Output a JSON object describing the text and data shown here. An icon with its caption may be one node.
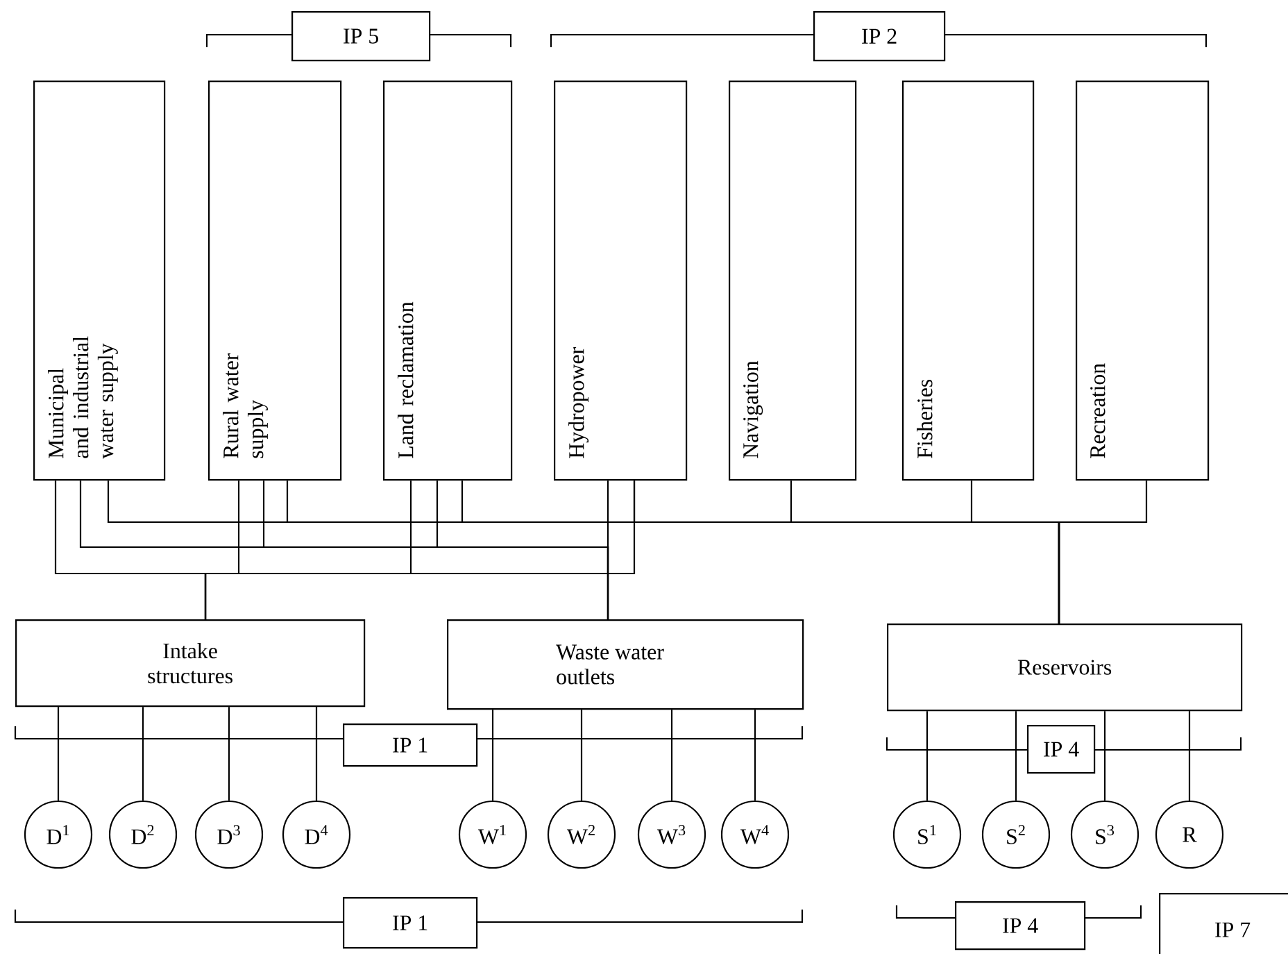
{
  "diagram": {
    "nodes": [
      {
        "text": [
          "IP 5"
        ]
      },
      {
        "text": [
          "IP 2"
        ]
      },
      {
        "text": [
          "Municipal and industrial water supply"
        ]
      },
      {
        "text": [
          "Rural water supply"
        ]
      },
      {
        "text": [
          "Land reclamation"
        ]
      },
      {
        "text": [
          "Hydropower"
        ]
      },
      {
        "text": [
          "Navigation"
        ]
      },
      {
        "text": [
          "Fisheries"
        ]
      },
      {
        "text": [
          "Recreation"
        ]
      },
      {
        "text": [
          "Intake structures"
        ]
      },
      {
        "text": [
          "Waste water outlets"
        ]
      },
      {
        "text": [
          "Reservoirs"
        ]
      },
      {
        "text": [
          "IP 1"
        ]
      },
      {
        "text": [
          "IP 4"
        ]
      },
      {
        "text": [
          "D$^{1}$"
        ]
      },
      {
        "text": [
          "D$^{2}$"
        ]
      },
      {
        "text": [
          "D$^{3}$"
        ]
      },
      {
        "text": [
          "D$^{4}$"
        ]
      },
      {
        "text": [
          "W$^{1}$"
        ]
      },
      {
        "text": [
          "W$^{2}$"
        ]
      },
      {
        "text": [
          "W$^{3}$"
        ]
      },
      {
        "text": [
          "W$^{4}$"
        ]
      },
      {
        "text": [
          "S$^{1}$"
        ]
      },
      {
        "text": [
          "S$^{2}$"
        ]
      },
      {
        "text": [
          "S$^{3}$"
        ]
      },
      {
        "text": [
          "R"
        ]
      },
      {
        "text": [
          "IP 1"
        ]
      },
      {
        "text": [
          "IP 4"
        ]
      },
      {
        "text": [
          "IP 7"
        ]
      }
    ],
    "edges": [
      {
        "from": 2,
        "to": 9,
        "arrow": "none"
      },
      {
        "from": 3,
        "to": 9,
        "arrow": "none"
      },
      {
        "from": 4,
        "to": 9,
        "arrow": "none"
      },
      {
        "from": 5,
        "to": 9,
        "arrow": "none"
      },
      {
        "from": 2,
        "to": 10,
        "arrow": "none"
      },
      {
        "from": 3,
        "to": 10,
        "arrow": "none"
      },
      {
        "from": 4,
        "to": 10,
        "arrow": "none"
      },
      {
        "from": 5,
        "to": 10,
        "arrow": "none"
      },
      {
        "from": 2,
        "to": 11,
        "arrow": "none"
      },
      {
        "from": 3,
        "to": 11,
        "arrow": "none"
      },
      {
        "from": 4,
        "to": 11,
        "arrow": "none"
      },
      {
        "from": 5,
        "to": 11,
        "arrow": "none"
      },
      {
        "from": 6,
        "to": 11,
        "arrow": "none"
      },
      {
        "from": 7,
        "to": 11,
        "arrow": "none"
      },
      {
        "from": 8,
        "to": 11,
        "arrow": "none"
      },
      {
        "from": 9,
        "to": 14,
        "arrow": "none"
      },
      {
        "from": 9,
        "to": 15,
        "arrow": "none"
      },
      {
        "from": 9,
        "to": 16,
        "arrow": "none"
      },
      {
        "from": 9,
        "to": 17,
        "arrow": "none"
      },
      {
        "from": 10,
        "to": 18,
        "arrow": "none"
      },
      {
        "from": 10,
        "to": 19,
        "arrow": "none"
      },
      {
        "from": 10,
        "to": 20,
        "arrow": "none"
      },
      {
        "from": 10,
        "to": 21,
        "arrow": "none"
      },
      {
        "from": 11,
        "to": 22,
        "arrow": "none"
      },
      {
        "from": 11,
        "to": 23,
        "arrow": "none"
      },
      {
        "from": 11,
        "to": 24,
        "arrow": "none"
      },
      {
        "from": 11,
        "to": 25,
        "arrow": "none"
      }
    ]
  }
}
